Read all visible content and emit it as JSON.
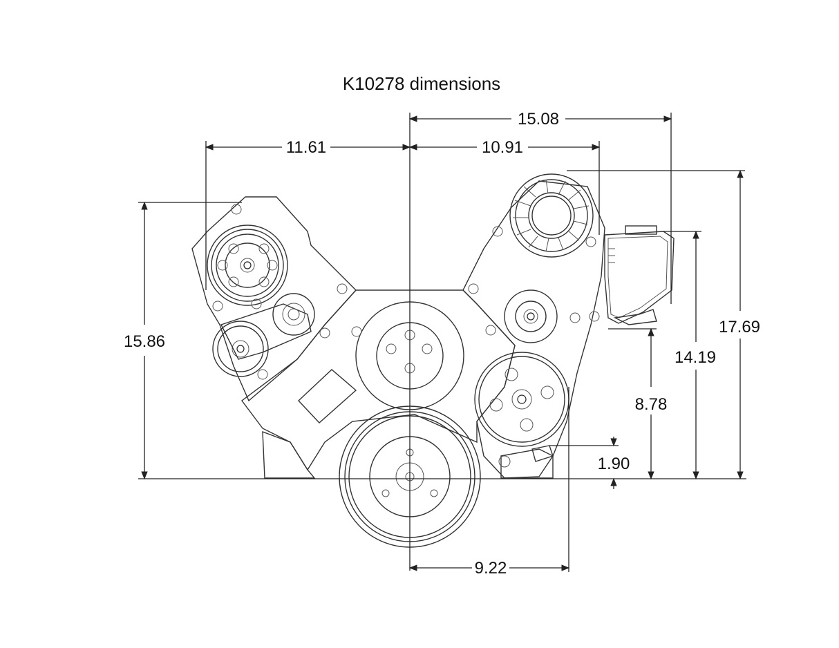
{
  "title": "K10278 dimensions",
  "dimensions": {
    "top_overall": "15.08",
    "left_from_center": "11.61",
    "right_from_center": "10.91",
    "left_height": "15.86",
    "right_overall_height": "17.69",
    "reservoir_height": "14.19",
    "mount_height": "8.78",
    "pump_height": "1.90",
    "bottom_width": "9.22"
  },
  "colors": {
    "line": "#222222",
    "background": "#ffffff"
  }
}
